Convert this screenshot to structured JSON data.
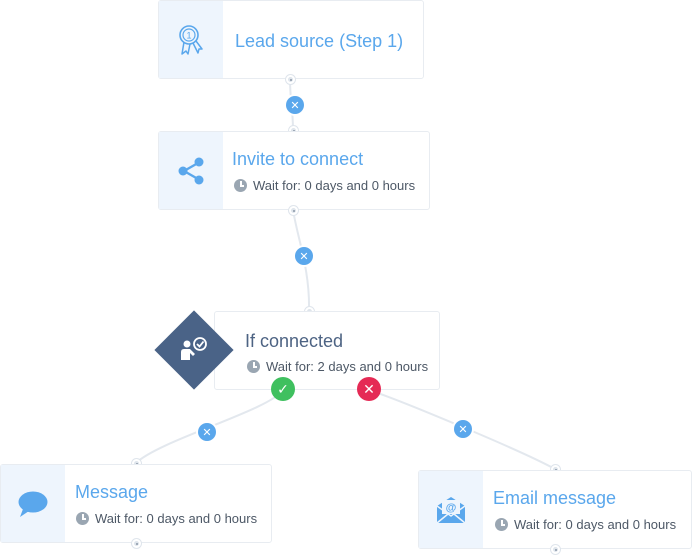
{
  "colors": {
    "accent": "#5aa7ec",
    "icon_bg": "#eef5fd",
    "condition": "#4a6387",
    "yes": "#3fc05f",
    "no": "#e52a55"
  },
  "nodes": {
    "lead_source": {
      "title": "Lead source (Step 1)",
      "icon": "award-ribbon-icon"
    },
    "invite": {
      "title": "Invite to connect",
      "wait": "Wait for: 0 days and 0 hours",
      "icon": "share-icon"
    },
    "if_connected": {
      "title": "If connected",
      "wait": "Wait for: 2 days and 0 hours",
      "icon": "user-check-icon"
    },
    "message": {
      "title": "Message",
      "wait": "Wait for: 0 days and 0 hours",
      "icon": "chat-bubble-icon"
    },
    "email": {
      "title": "Email message",
      "wait": "Wait for: 0 days and 0 hours",
      "icon": "email-icon"
    }
  },
  "controls": {
    "remove_glyph": "✕",
    "yes_glyph": "✓",
    "no_glyph": "✕"
  }
}
